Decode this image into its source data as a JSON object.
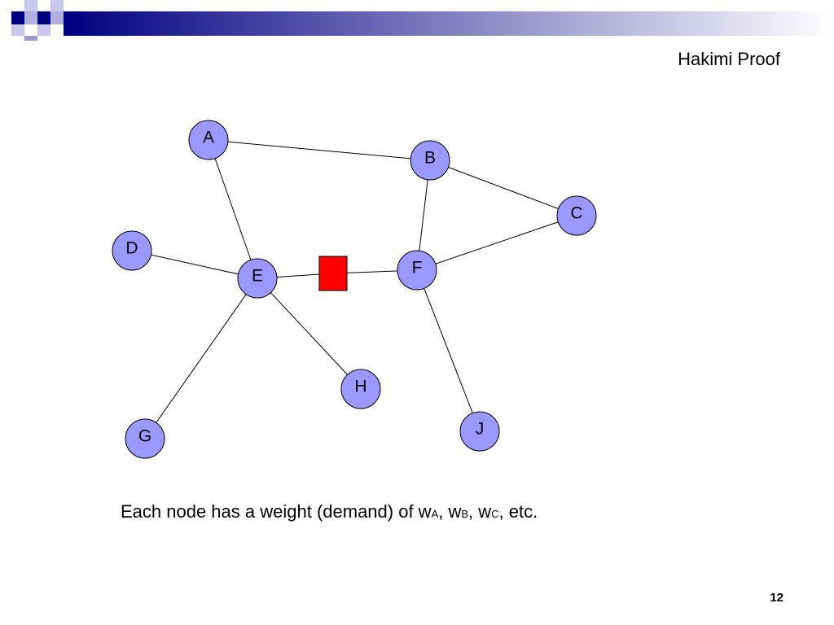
{
  "slide": {
    "title": "Hakimi Proof",
    "number": "12"
  },
  "theme": {
    "node_fill": "#9999ff",
    "node_stroke": "#000000",
    "facility_fill": "#ff0000",
    "bar_dark": "#000080",
    "bar_light": "#ffffff"
  },
  "graph": {
    "nodes": [
      {
        "id": "A",
        "label": "A"
      },
      {
        "id": "B",
        "label": "B"
      },
      {
        "id": "C",
        "label": "C"
      },
      {
        "id": "D",
        "label": "D"
      },
      {
        "id": "E",
        "label": "E"
      },
      {
        "id": "F",
        "label": "F"
      },
      {
        "id": "G",
        "label": "G"
      },
      {
        "id": "H",
        "label": "H"
      },
      {
        "id": "J",
        "label": "J"
      }
    ],
    "edges": [
      [
        "A",
        "B"
      ],
      [
        "A",
        "E"
      ],
      [
        "B",
        "C"
      ],
      [
        "B",
        "F"
      ],
      [
        "C",
        "F"
      ],
      [
        "D",
        "E"
      ],
      [
        "E",
        "G"
      ],
      [
        "E",
        "H"
      ],
      [
        "F",
        "J"
      ],
      [
        "E",
        "X"
      ],
      [
        "X",
        "F"
      ]
    ],
    "facility": {
      "id": "X",
      "shape": "square"
    }
  },
  "caption": {
    "prefix": "Each node has a weight (demand) of w",
    "sub_a": "A",
    "sep1": ", w",
    "sub_b": "B",
    "sep2": ", w",
    "sub_c": "C",
    "suffix": ", etc."
  }
}
